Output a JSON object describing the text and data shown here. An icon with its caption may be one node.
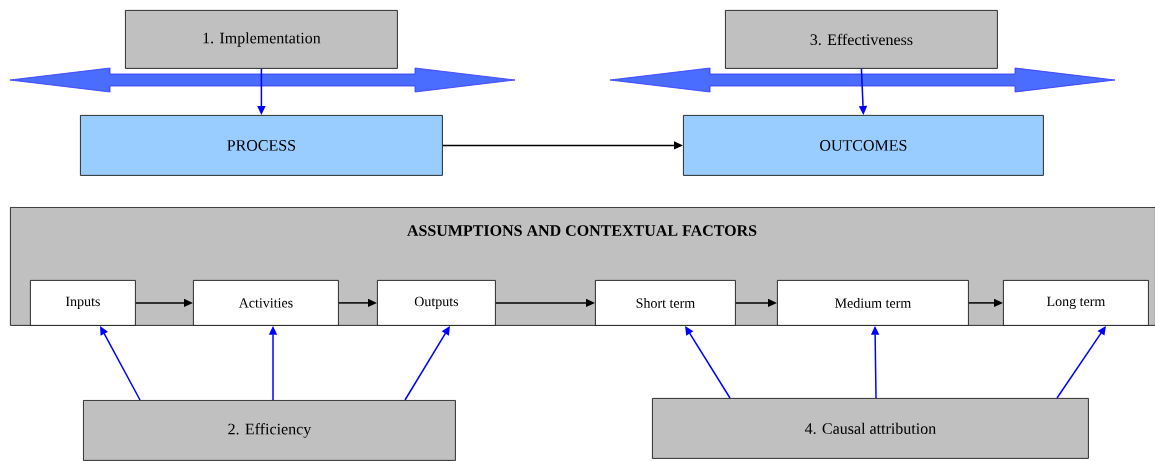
{
  "diagram": {
    "nodes": [
      {
        "text": [
          "1. Implementation"
        ]
      },
      {
        "text": [
          "3. Effectiveness"
        ]
      },
      {
        "text": [
          "PROCESS"
        ]
      },
      {
        "text": [
          "OUTCOMES"
        ]
      },
      {
        "text": [
          "ASSUMPTIONS AND CONTEXTUAL FACTORS"
        ]
      },
      {
        "text": [
          "Inputs"
        ],
        "in": 4
      },
      {
        "text": [
          "Activities"
        ],
        "in": 4
      },
      {
        "text": [
          "Outputs"
        ],
        "in": 4
      },
      {
        "text": [
          "Short term"
        ],
        "in": 4
      },
      {
        "text": [
          "Medium term"
        ],
        "in": 4
      },
      {
        "text": [
          "Long term"
        ],
        "in": 4
      },
      {
        "text": [
          "2. Efficiency"
        ]
      },
      {
        "text": [
          "4. Causal attribution"
        ]
      }
    ],
    "edges": [
      {
        "from": 0,
        "to": 2,
        "arrow": "to",
        "color": "#0000ff"
      },
      {
        "from": 1,
        "to": 3,
        "arrow": "to",
        "color": "#0000ff"
      },
      {
        "from": 2,
        "to": 3,
        "arrow": "to",
        "color": "#000000"
      },
      {
        "from": 5,
        "to": 6,
        "arrow": "to",
        "color": "#000000"
      },
      {
        "from": 6,
        "to": 7,
        "arrow": "to",
        "color": "#000000"
      },
      {
        "from": 7,
        "to": 8,
        "arrow": "to",
        "color": "#000000"
      },
      {
        "from": 8,
        "to": 9,
        "arrow": "to",
        "color": "#000000"
      },
      {
        "from": 9,
        "to": 10,
        "arrow": "to",
        "color": "#000000"
      },
      {
        "from": 11,
        "to": 5,
        "arrow": "to",
        "color": "#0000ff"
      },
      {
        "from": 11,
        "to": 6,
        "arrow": "to",
        "color": "#0000ff"
      },
      {
        "from": 11,
        "to": 7,
        "arrow": "to",
        "color": "#0000ff"
      },
      {
        "from": 12,
        "to": 8,
        "arrow": "to",
        "color": "#0000ff"
      },
      {
        "from": 12,
        "to": 9,
        "arrow": "to",
        "color": "#0000ff"
      },
      {
        "from": 12,
        "to": 10,
        "arrow": "to",
        "color": "#0000ff"
      }
    ]
  }
}
